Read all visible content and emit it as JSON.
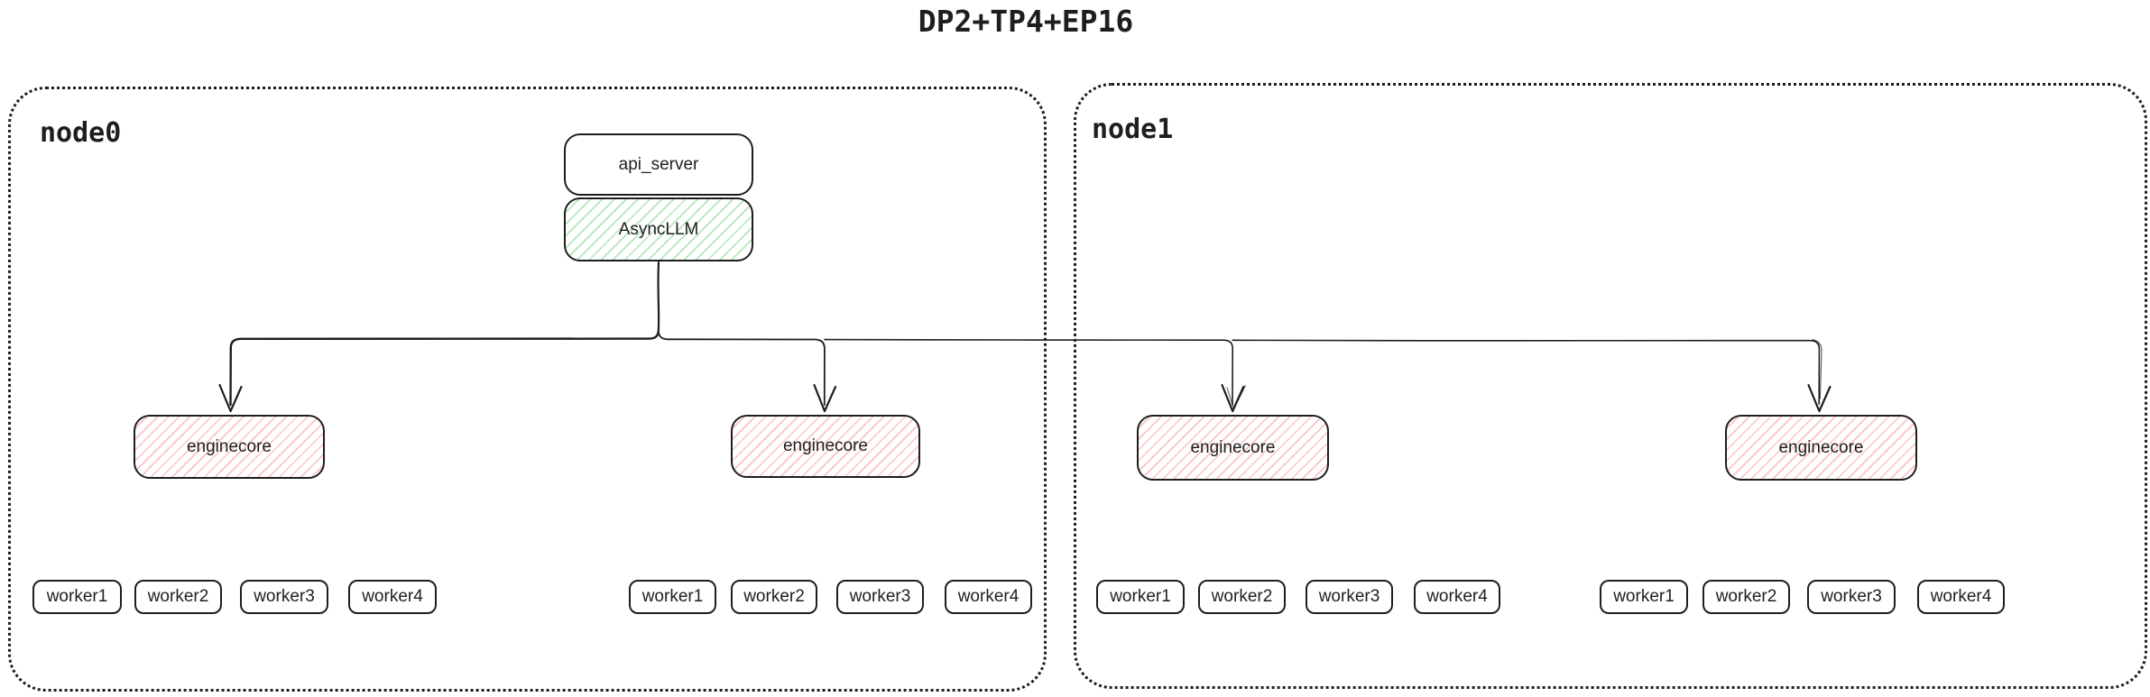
{
  "title": "DP2+TP4+EP16",
  "colors": {
    "stroke": "#1e1e1e",
    "background": "#ffffff",
    "asyncllm_hatch_green": "#40c057",
    "enginecore_hatch_red": "#fa6060"
  },
  "icons": {
    "arrow_down": "open-v-arrowhead"
  },
  "nodes": [
    {
      "label": "node0",
      "api_server_label": "api_server",
      "asyncllm_label": "AsyncLLM",
      "enginecores": [
        "enginecore",
        "enginecore"
      ],
      "worker_groups": [
        [
          "worker1",
          "worker2",
          "worker3",
          "worker4"
        ],
        [
          "worker1",
          "worker2",
          "worker3",
          "worker4"
        ]
      ]
    },
    {
      "label": "node1",
      "enginecores": [
        "enginecore",
        "enginecore"
      ],
      "worker_groups": [
        [
          "worker1",
          "worker2",
          "worker3",
          "worker4"
        ],
        [
          "worker1",
          "worker2",
          "worker3",
          "worker4"
        ]
      ]
    }
  ]
}
